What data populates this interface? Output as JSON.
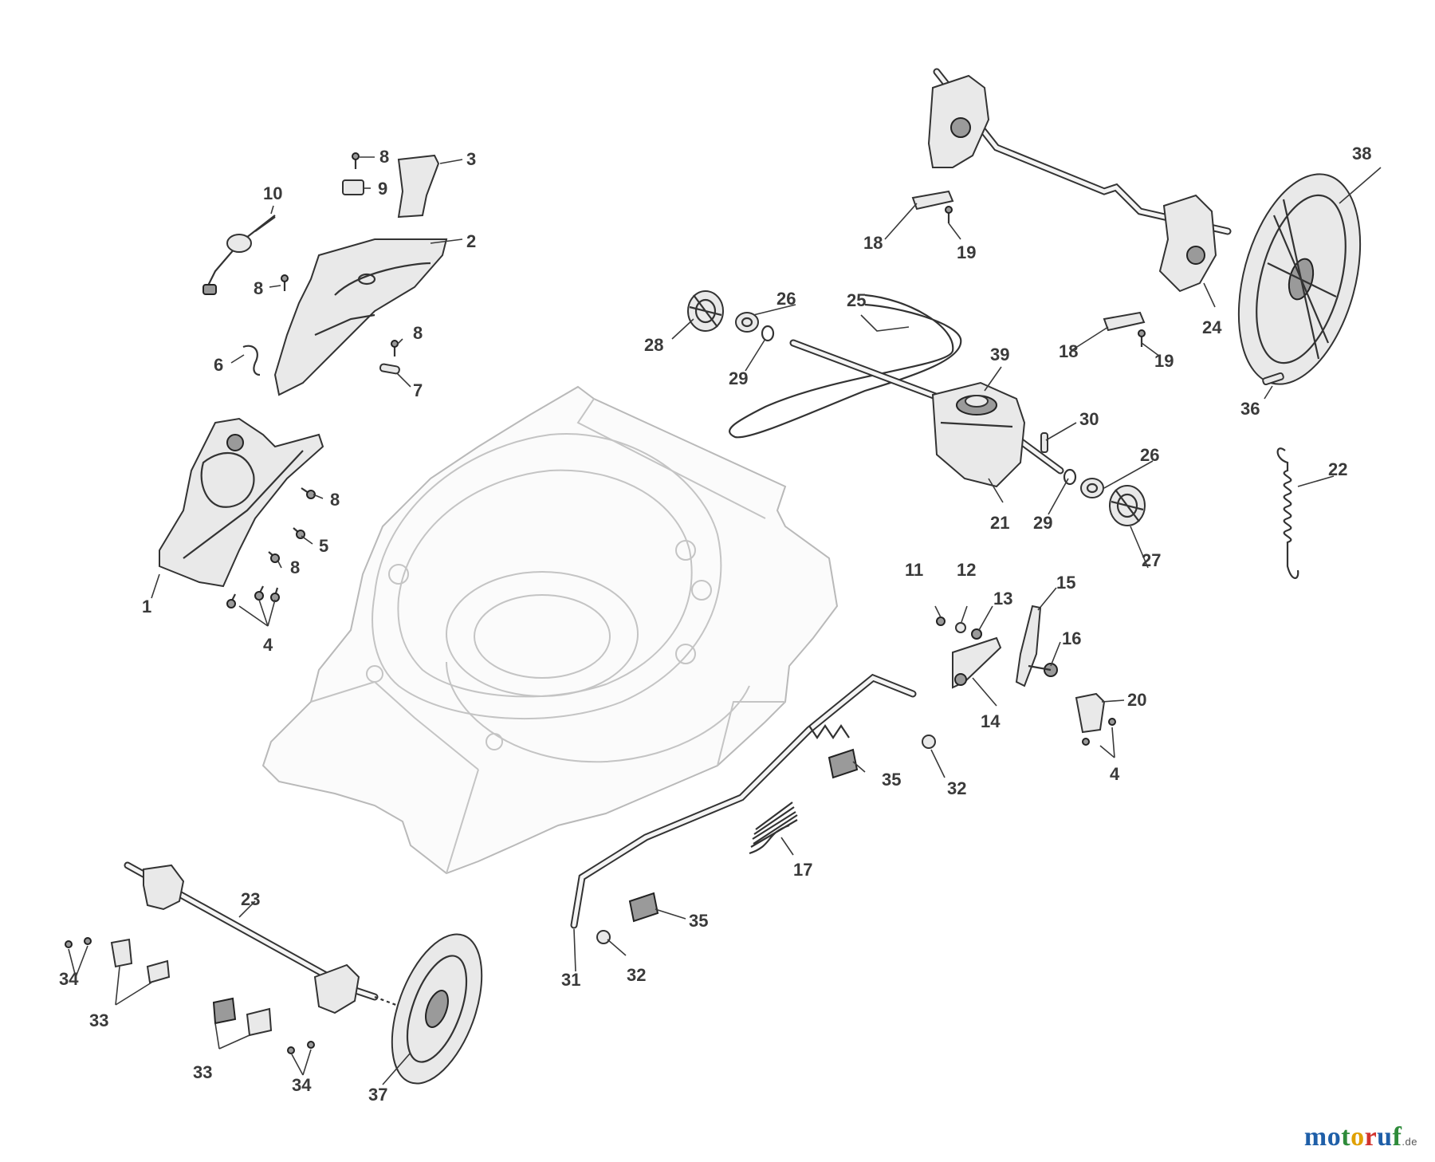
{
  "diagram": {
    "callouts": [
      {
        "id": "c1",
        "label": "1"
      },
      {
        "id": "c2",
        "label": "2"
      },
      {
        "id": "c3",
        "label": "3"
      },
      {
        "id": "c4a",
        "label": "4"
      },
      {
        "id": "c4b",
        "label": "4"
      },
      {
        "id": "c5",
        "label": "5"
      },
      {
        "id": "c6",
        "label": "6"
      },
      {
        "id": "c7",
        "label": "7"
      },
      {
        "id": "c8a",
        "label": "8"
      },
      {
        "id": "c8b",
        "label": "8"
      },
      {
        "id": "c8c",
        "label": "8"
      },
      {
        "id": "c8d",
        "label": "8"
      },
      {
        "id": "c8e",
        "label": "8"
      },
      {
        "id": "c9",
        "label": "9"
      },
      {
        "id": "c10",
        "label": "10"
      },
      {
        "id": "c11",
        "label": "11"
      },
      {
        "id": "c12",
        "label": "12"
      },
      {
        "id": "c13",
        "label": "13"
      },
      {
        "id": "c14",
        "label": "14"
      },
      {
        "id": "c15",
        "label": "15"
      },
      {
        "id": "c16",
        "label": "16"
      },
      {
        "id": "c17",
        "label": "17"
      },
      {
        "id": "c18a",
        "label": "18"
      },
      {
        "id": "c18b",
        "label": "18"
      },
      {
        "id": "c19a",
        "label": "19"
      },
      {
        "id": "c19b",
        "label": "19"
      },
      {
        "id": "c20",
        "label": "20"
      },
      {
        "id": "c21",
        "label": "21"
      },
      {
        "id": "c22",
        "label": "22"
      },
      {
        "id": "c23",
        "label": "23"
      },
      {
        "id": "c24",
        "label": "24"
      },
      {
        "id": "c25",
        "label": "25"
      },
      {
        "id": "c26a",
        "label": "26"
      },
      {
        "id": "c26b",
        "label": "26"
      },
      {
        "id": "c27",
        "label": "27"
      },
      {
        "id": "c28",
        "label": "28"
      },
      {
        "id": "c29a",
        "label": "29"
      },
      {
        "id": "c29b",
        "label": "29"
      },
      {
        "id": "c30",
        "label": "30"
      },
      {
        "id": "c31",
        "label": "31"
      },
      {
        "id": "c32a",
        "label": "32"
      },
      {
        "id": "c32b",
        "label": "32"
      },
      {
        "id": "c33a",
        "label": "33"
      },
      {
        "id": "c33b",
        "label": "33"
      },
      {
        "id": "c34a",
        "label": "34"
      },
      {
        "id": "c34b",
        "label": "34"
      },
      {
        "id": "c35a",
        "label": "35"
      },
      {
        "id": "c35b",
        "label": "35"
      },
      {
        "id": "c36",
        "label": "36"
      },
      {
        "id": "c37",
        "label": "37"
      },
      {
        "id": "c38",
        "label": "38"
      },
      {
        "id": "c39",
        "label": "39"
      }
    ]
  },
  "watermark": {
    "text_letters": [
      "m",
      "o",
      "t",
      "o",
      "r",
      "u",
      "f"
    ],
    "letter_colors": [
      "#1f5fa8",
      "#1f5fa8",
      "#2e8b3a",
      "#e0a000",
      "#d2322d",
      "#1f5fa8",
      "#2e8b3a"
    ],
    "suffix": ".de"
  }
}
